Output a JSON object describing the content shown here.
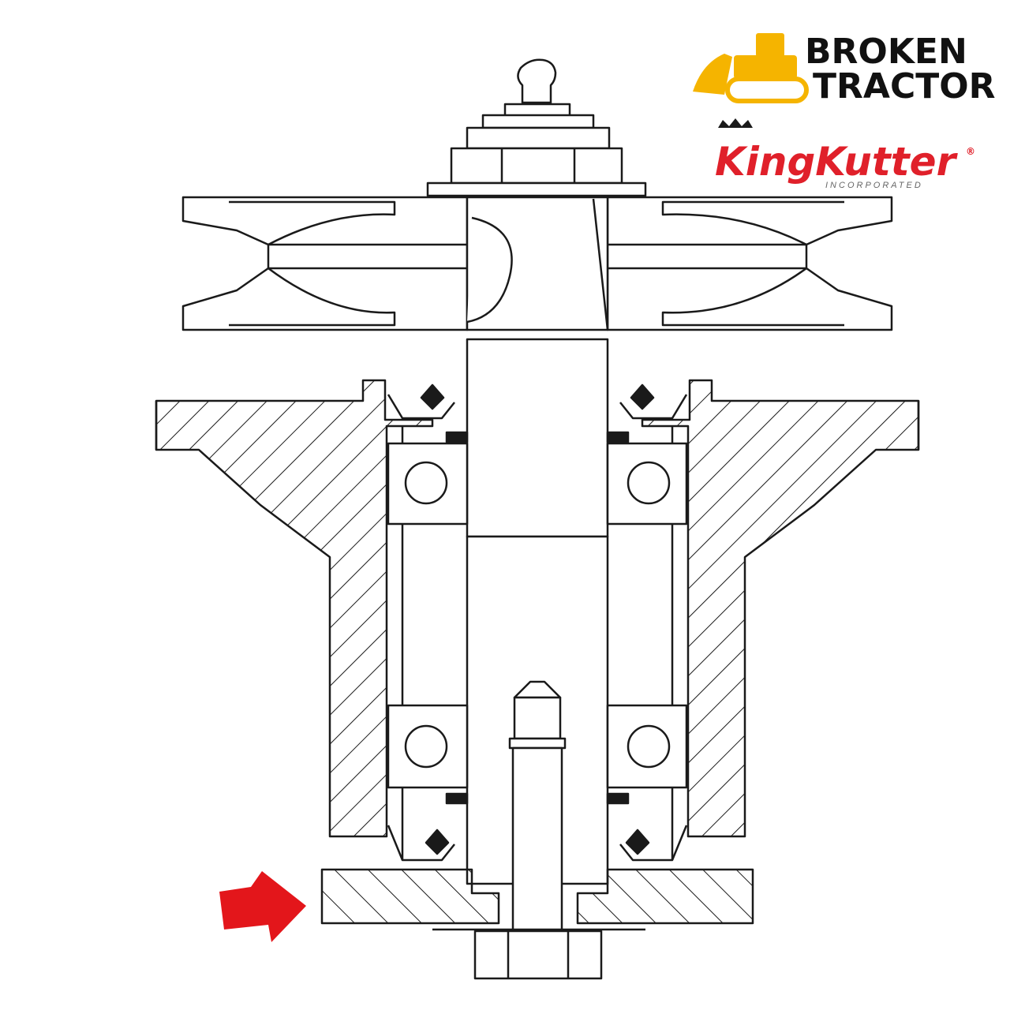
{
  "brand_primary": {
    "line1": "BROKEN",
    "line2": "TRACTOR",
    "color_text": "#111111",
    "color_icon": "#f5b400"
  },
  "brand_secondary": {
    "name": "KingKutter",
    "registered": "®",
    "tagline": "INCORPORATED",
    "color": "#e0202a"
  },
  "pointer": {
    "color": "#e3161b",
    "icon": "arrow-right-icon"
  },
  "line_color": "#1a1a1a"
}
